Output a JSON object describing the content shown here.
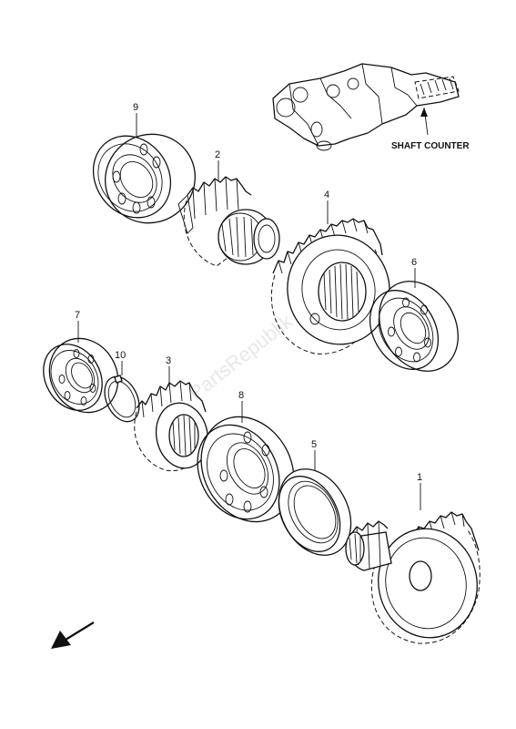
{
  "diagram": {
    "assembly_caption": "SHAFT COUNTER",
    "watermark": "PartsRepublik",
    "callouts": {
      "c1": "1",
      "c2": "2",
      "c3": "3",
      "c4": "4",
      "c5": "5",
      "c6": "6",
      "c7": "7",
      "c8": "8",
      "c9": "9",
      "c10": "10"
    }
  }
}
